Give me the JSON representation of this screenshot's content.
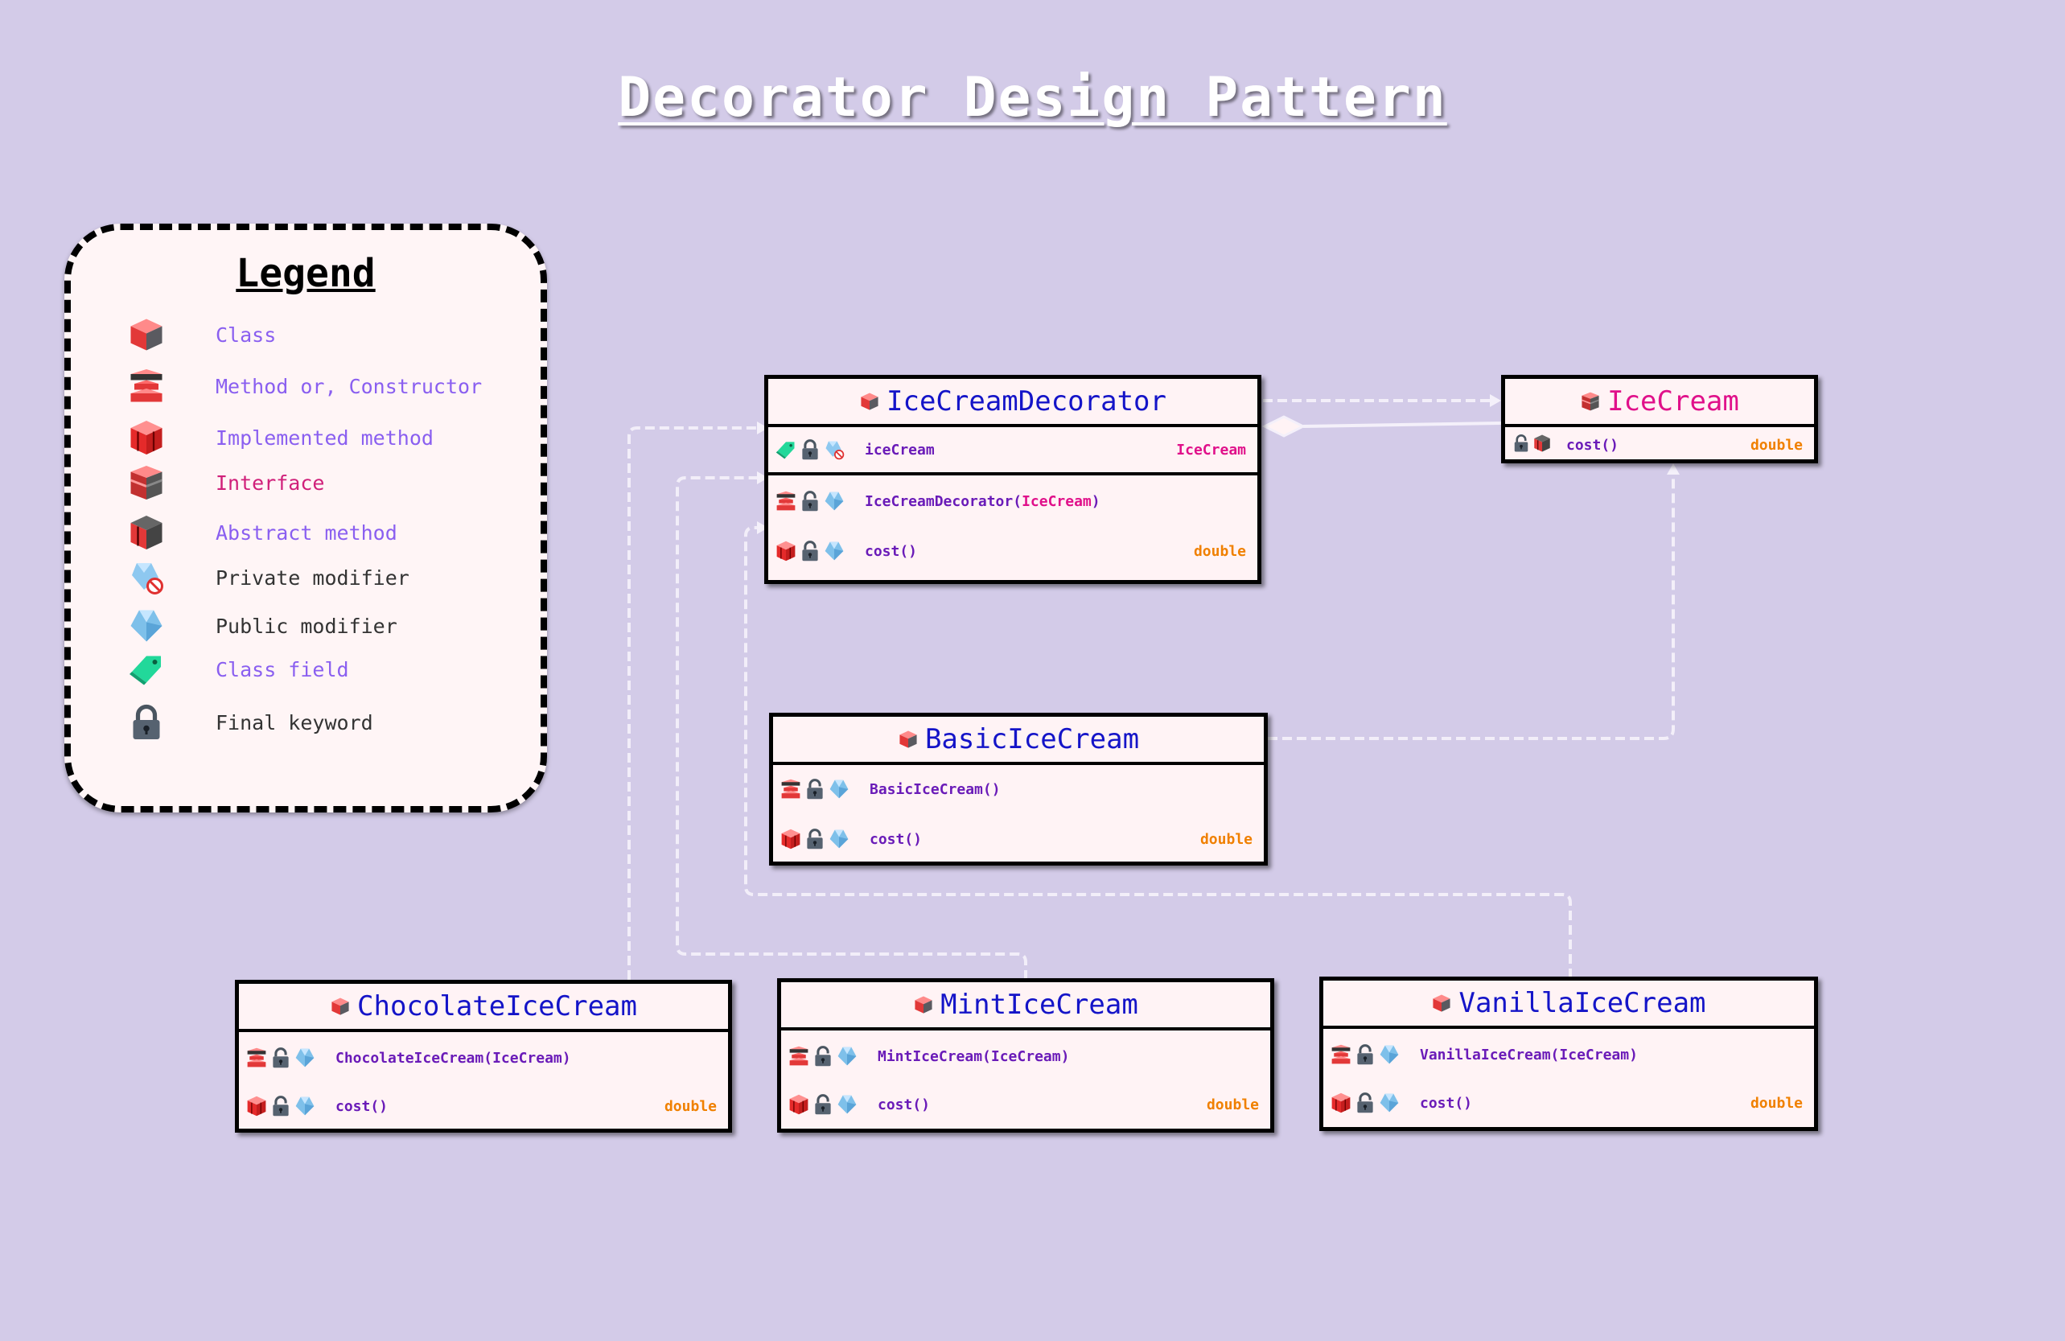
{
  "title": "Decorator Design Pattern",
  "legend": {
    "title": "Legend",
    "items": [
      {
        "label": "Class",
        "icon": "class-icon",
        "color": "#8a5ff0"
      },
      {
        "label": "Method or, Constructor",
        "icon": "method-constructor-icon",
        "color": "#8a5ff0"
      },
      {
        "label": "Implemented method",
        "icon": "implemented-method-icon",
        "color": "#8a5ff0"
      },
      {
        "label": "Interface",
        "icon": "interface-icon",
        "color": "#d0207a"
      },
      {
        "label": "Abstract method",
        "icon": "abstract-method-icon",
        "color": "#8a5ff0"
      },
      {
        "label": "Private modifier",
        "icon": "private-modifier-icon",
        "color": "#333333"
      },
      {
        "label": "Public modifier",
        "icon": "public-modifier-icon",
        "color": "#333333"
      },
      {
        "label": "Class field",
        "icon": "class-field-icon",
        "color": "#8a5ff0"
      },
      {
        "label": "Final keyword",
        "icon": "final-keyword-icon",
        "color": "#333333"
      }
    ]
  },
  "classes": {
    "decorator": {
      "name": "IceCreamDecorator",
      "field": {
        "name": "iceCream",
        "type": "IceCream"
      },
      "constructor": {
        "name": "IceCreamDecorator(",
        "param": "IceCream",
        "close": ")"
      },
      "method": {
        "name": "cost()",
        "type": "double"
      }
    },
    "icecream": {
      "name": "IceCream",
      "method": {
        "name": "cost()",
        "type": "double"
      }
    },
    "basic": {
      "name": "BasicIceCream",
      "constructor": {
        "name": "BasicIceCream()"
      },
      "method": {
        "name": "cost()",
        "type": "double"
      }
    },
    "chocolate": {
      "name": "ChocolateIceCream",
      "constructor": {
        "name": "ChocolateIceCream(IceCream)"
      },
      "method": {
        "name": "cost()",
        "type": "double"
      }
    },
    "mint": {
      "name": "MintIceCream",
      "constructor": {
        "name": "MintIceCream(IceCream)"
      },
      "method": {
        "name": "cost()",
        "type": "double"
      }
    },
    "vanilla": {
      "name": "VanillaIceCream",
      "constructor": {
        "name": "VanillaIceCream(IceCream)"
      },
      "method": {
        "name": "cost()",
        "type": "double"
      }
    }
  },
  "colors": {
    "background": "#d3cbe8",
    "class_name": "#1414c8",
    "interface_name": "#e0108a",
    "member": "#6a1bb8",
    "type": "#f08000"
  }
}
